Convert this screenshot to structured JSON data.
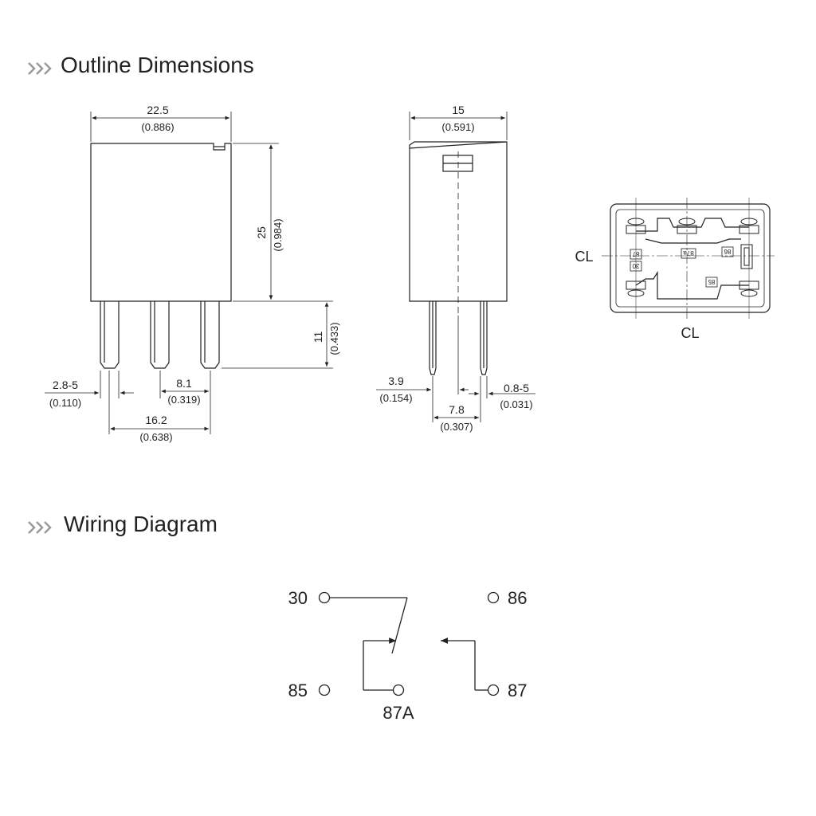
{
  "sections": {
    "outline_title": "Outline Dimensions",
    "wiring_title": "Wiring Diagram"
  },
  "dimensions": {
    "front_width": "22.5",
    "front_width_in": "(0.886)",
    "height": "25",
    "height_in": "(0.984)",
    "pin_length": "11",
    "pin_length_in": "(0.433)",
    "pin_thickness": "2.8-5",
    "pin_thickness_in": "(0.110)",
    "pin_pitch": "8.1",
    "pin_pitch_in": "(0.319)",
    "pin_span": "16.2",
    "pin_span_in": "(0.638)",
    "side_width": "15",
    "side_width_in": "(0.591)",
    "side_offset": "3.9",
    "side_offset_in": "(0.154)",
    "side_pin_thickness": "0.8-5",
    "side_pin_thickness_in": "(0.031)",
    "side_pin_spacing": "7.8",
    "side_pin_spacing_in": "(0.307)"
  },
  "bottom_view": {
    "centerline_label": "CL",
    "pin_labels": [
      "87",
      "87a",
      "86",
      "30",
      "85"
    ]
  },
  "wiring": {
    "terminal_30": "30",
    "terminal_86": "86",
    "terminal_85": "85",
    "terminal_87": "87",
    "terminal_87a": "87A"
  },
  "colors": {
    "line": "#222222",
    "chevron": "#8a8a8a"
  }
}
